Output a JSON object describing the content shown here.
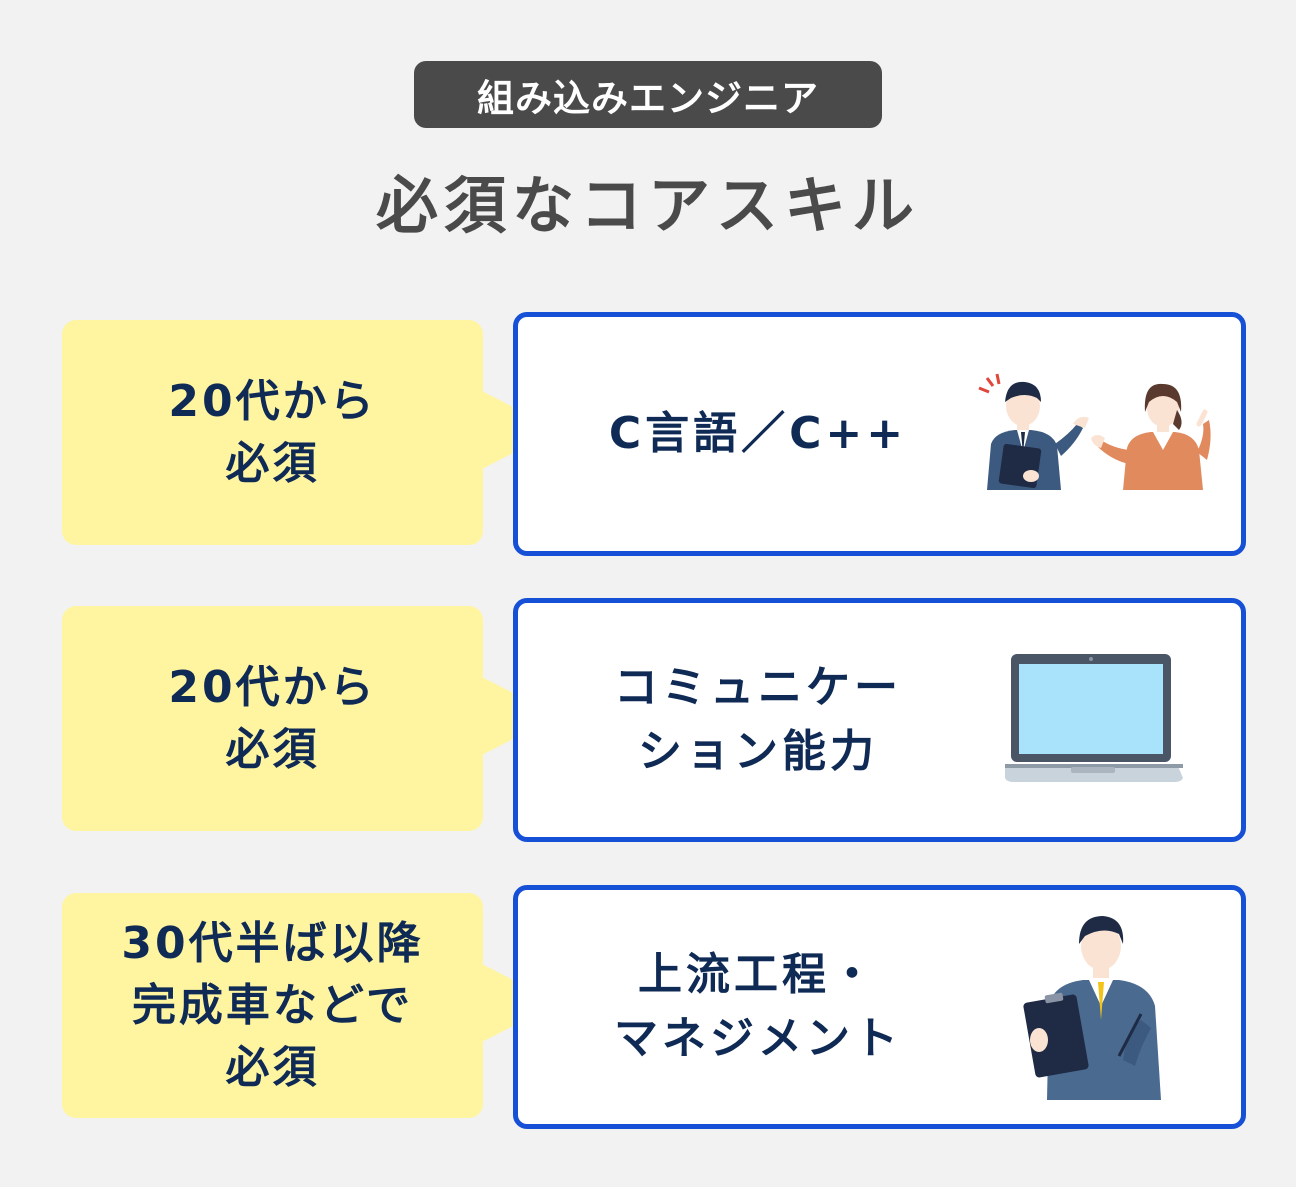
{
  "header": {
    "badge": "組み込みエンジニア",
    "title": "必須なコアスキル"
  },
  "rows": [
    {
      "timing_lines": [
        "20代から",
        "必須"
      ],
      "skill_lines": [
        "C言語／C++"
      ],
      "illustration": "two-people-talking-icon"
    },
    {
      "timing_lines": [
        "20代から",
        "必須"
      ],
      "skill_lines": [
        "コミュニケー",
        "ション能力"
      ],
      "illustration": "laptop-icon"
    },
    {
      "timing_lines": [
        "30代半ば以降",
        "完成車などで",
        "必須"
      ],
      "skill_lines": [
        "上流工程・",
        "マネジメント"
      ],
      "illustration": "manager-clipboard-icon"
    }
  ],
  "colors": {
    "background": "#f2f2f2",
    "badge": "#4a4a4a",
    "bubble": "#fff5a1",
    "card_border": "#1550d6",
    "text_navy": "#0f2a55"
  }
}
